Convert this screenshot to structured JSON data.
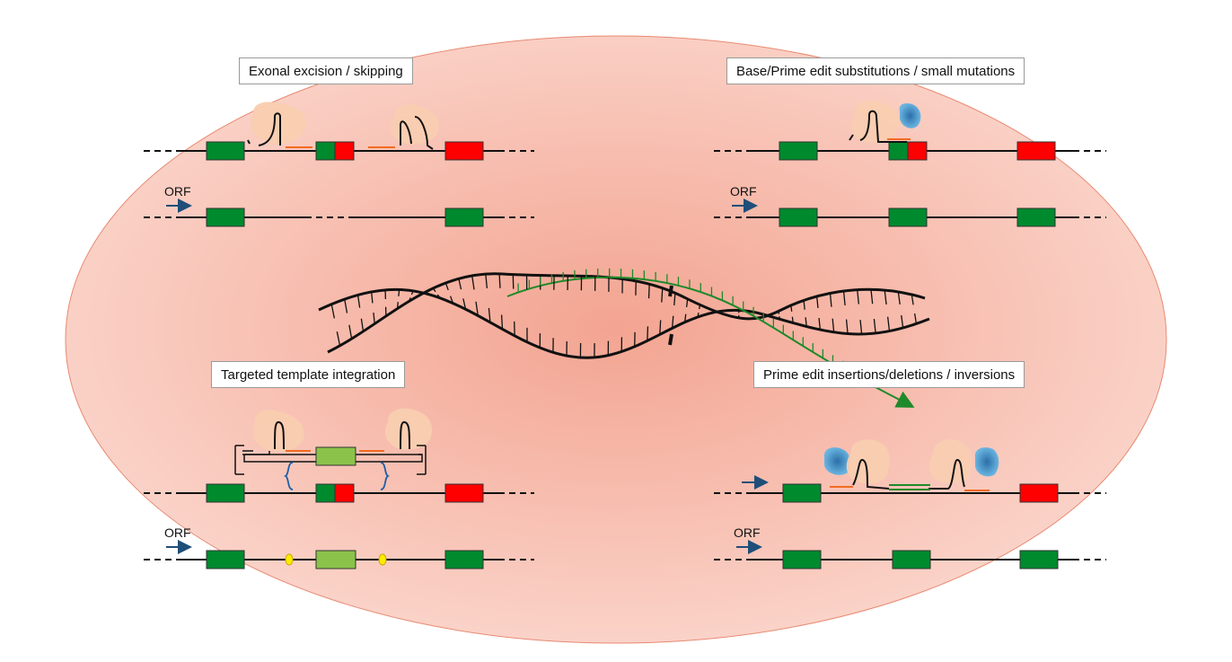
{
  "panels": {
    "top_left": {
      "title": "Exonal excision / skipping",
      "orf_label": "ORF"
    },
    "top_right": {
      "title": "Base/Prime edit substitutions / small mutations",
      "orf_label": "ORF"
    },
    "bottom_left": {
      "title": "Targeted template integration",
      "orf_label": "ORF"
    },
    "bottom_right": {
      "title": "Prime edit insertions/deletions / inversions",
      "orf_label": "ORF"
    }
  },
  "colors": {
    "exon_normal": "#008a2e",
    "exon_mutant": "#ff0000",
    "template_insert": "#8bc34a",
    "guide_rna": "#f26b21",
    "cas_protein": "#f9cdb0",
    "effector_domain": "#4a9cd0",
    "new_strand": "#1f8a2a",
    "orf_arrow": "#1f4e79",
    "recombination_site": "#ffeb00",
    "background_glow_center": "#f3a491",
    "background_glow_edge": "#fbd5cb"
  },
  "icons": [
    "dna-double-helix-icon",
    "cas-protein-icon",
    "effector-domain-icon",
    "orf-arrow-icon",
    "recombination-site-icon"
  ]
}
